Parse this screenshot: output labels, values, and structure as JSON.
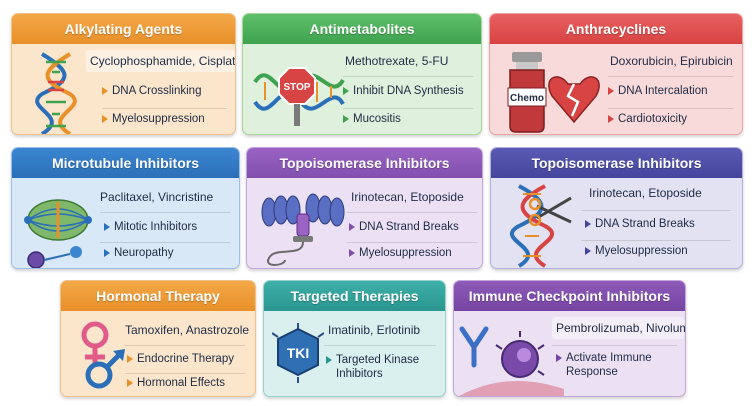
{
  "cards": [
    {
      "title": "Alkylating Agents",
      "drugs": "Cyclophosphamide, Cisplatin",
      "points": [
        "DNA Crosslinking",
        "Myelosuppression"
      ],
      "icon": "dna-helix-icon"
    },
    {
      "title": "Antimetabolites",
      "drugs": "Methotrexate, 5-FU",
      "points": [
        "Inhibit DNA Synthesis",
        "Mucositis"
      ],
      "icon": "dna-stop-sign-icon",
      "stop_label": "STOP"
    },
    {
      "title": "Anthracyclines",
      "drugs": "Doxorubicin, Epirubicin",
      "points": [
        "DNA Intercalation",
        "Cardiotoxicity"
      ],
      "icon": "chemo-vial-broken-heart-icon",
      "vial_label": "Chemo"
    },
    {
      "title": "Microtubule Inhibitors",
      "drugs": "Paclitaxel, Vincristine",
      "points": [
        "Mitotic Inhibitors",
        "Neuropathy"
      ],
      "icon": "mitotic-spindle-icon"
    },
    {
      "title": "Topoisomerase Inhibitors",
      "drugs": "Irinotecan, Etoposide",
      "points": [
        "DNA Strand Breaks",
        "Myelosuppression"
      ],
      "icon": "coiled-dna-enzyme-icon"
    },
    {
      "title": "Topoisomerase Inhibitors",
      "drugs": "Irinotecan, Etoposide",
      "points": [
        "DNA Strand Breaks",
        "Myelosuppression"
      ],
      "icon": "dna-scissors-icon"
    },
    {
      "title": "Hormonal Therapy",
      "drugs": "Tamoxifen, Anastrozole",
      "points": [
        "Endocrine Therapy",
        "Hormonal Effects"
      ],
      "icon": "gender-symbols-icon"
    },
    {
      "title": "Targeted Therapies",
      "drugs": "Imatinib, Erlotinib",
      "points": [
        "Targeted Kinase Inhibitors"
      ],
      "icon": "tki-molecule-icon",
      "tki_label": "TKI"
    },
    {
      "title": "Immune Checkpoint Inhibitors",
      "drugs": "Pembrolizumab, Nivolumab",
      "points": [
        "Activate Immune Response"
      ],
      "icon": "antibody-cell-icon"
    }
  ],
  "colors": {
    "orange": "#e8902a",
    "green": "#3ea24e",
    "red": "#d84343",
    "blue": "#2b6fb8",
    "purple": "#8150ad",
    "indigo": "#45459d",
    "teal": "#2b958f",
    "violet": "#7644a3",
    "text": "#1f2a44"
  }
}
